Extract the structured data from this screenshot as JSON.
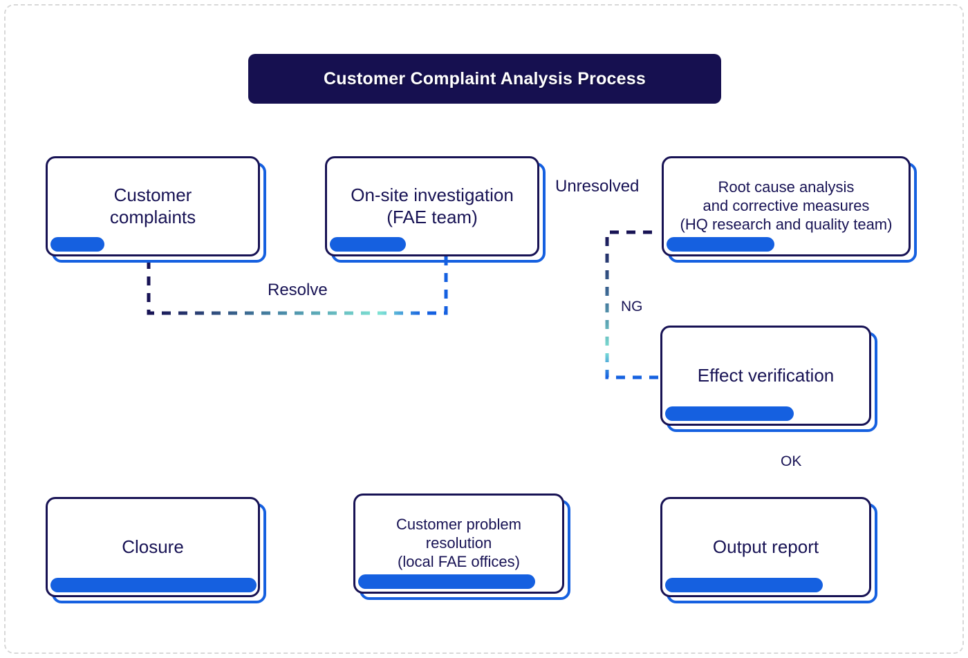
{
  "diagram": {
    "title": "Customer Complaint Analysis Process",
    "background": "#ffffff",
    "colors": {
      "title_bg": "#161050",
      "title_text": "#ffffff",
      "node_border": "#171254",
      "node_shadow": "#1560e0",
      "node_bar": "#1560e0",
      "node_text": "#171254",
      "connector_blue": "#1560e0",
      "connector_cyan": "#7fe3d4",
      "connector_navy": "#171254",
      "canvas_border": "#d8d8d8"
    },
    "nodes": [
      {
        "id": "customer-complaints",
        "label": "Customer\ncomplaints"
      },
      {
        "id": "on-site-investigation",
        "label": "On-site investigation\n(FAE team)"
      },
      {
        "id": "root-cause-analysis",
        "label": "Root cause analysis\nand corrective measures\n(HQ research and quality team)"
      },
      {
        "id": "effect-verification",
        "label": "Effect verification"
      },
      {
        "id": "closure",
        "label": "Closure"
      },
      {
        "id": "customer-problem-resolution",
        "label": "Customer problem\nresolution\n(local FAE offices)"
      },
      {
        "id": "output-report",
        "label": "Output report"
      }
    ],
    "edges": [
      {
        "id": "complaints-to-investigation",
        "from": "customer-complaints",
        "to": "on-site-investigation",
        "label": ""
      },
      {
        "id": "investigation-to-rootcause",
        "from": "on-site-investigation",
        "to": "root-cause-analysis",
        "label": "Unresolved"
      },
      {
        "id": "investigation-to-complaints",
        "from": "on-site-investigation",
        "to": "customer-complaints",
        "label": "Resolve"
      },
      {
        "id": "rootcause-to-effect",
        "from": "root-cause-analysis",
        "to": "effect-verification",
        "label": ""
      },
      {
        "id": "effect-to-rootcause",
        "from": "effect-verification",
        "to": "root-cause-analysis",
        "label": "NG"
      },
      {
        "id": "effect-to-output",
        "from": "effect-verification",
        "to": "output-report",
        "label": "OK"
      },
      {
        "id": "output-to-resolution",
        "from": "output-report",
        "to": "customer-problem-resolution",
        "label": ""
      },
      {
        "id": "resolution-to-closure",
        "from": "customer-problem-resolution",
        "to": "closure",
        "label": ""
      }
    ],
    "edge_labels": {
      "unresolved": "Unresolved",
      "resolve": "Resolve",
      "ng": "NG",
      "ok": "OK"
    }
  }
}
